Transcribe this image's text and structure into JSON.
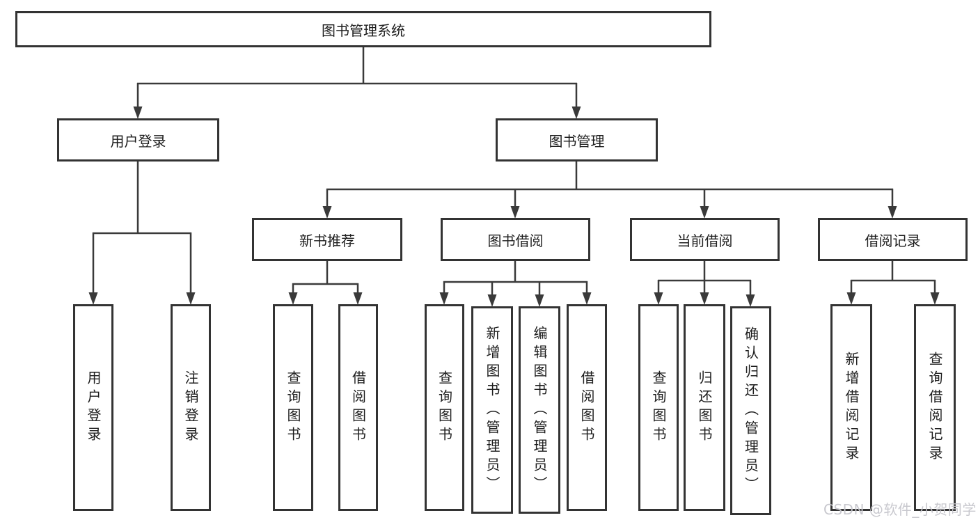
{
  "diagram": {
    "title": "图书管理系统",
    "type": "functional-decomposition-tree",
    "colors": {
      "background": "#ffffff",
      "box_border": "#333333",
      "connector": "#3a3a3a",
      "text": "#1e1e1e",
      "watermark_text": "#c6c6cc"
    }
  },
  "tree": {
    "label": "图书管理系统",
    "children": [
      {
        "label": "用户登录",
        "children": [
          {
            "label": "用户登录"
          },
          {
            "label": "注销登录"
          }
        ]
      },
      {
        "label": "图书管理",
        "children": [
          {
            "label": "新书推荐",
            "children": [
              {
                "label": "查询图书"
              },
              {
                "label": "借阅图书"
              }
            ]
          },
          {
            "label": "图书借阅",
            "children": [
              {
                "label": "查询图书"
              },
              {
                "label": "新增图书（管理员）"
              },
              {
                "label": "编辑图书（管理员）"
              },
              {
                "label": "借阅图书"
              }
            ]
          },
          {
            "label": "当前借阅",
            "children": [
              {
                "label": "查询图书"
              },
              {
                "label": "归还图书"
              },
              {
                "label": "确认归还（管理员）"
              }
            ]
          },
          {
            "label": "借阅记录",
            "children": [
              {
                "label": "新增借阅记录"
              },
              {
                "label": "查询借阅记录"
              }
            ]
          }
        ]
      }
    ]
  },
  "watermark": "CSDN @软件_小贺同学"
}
